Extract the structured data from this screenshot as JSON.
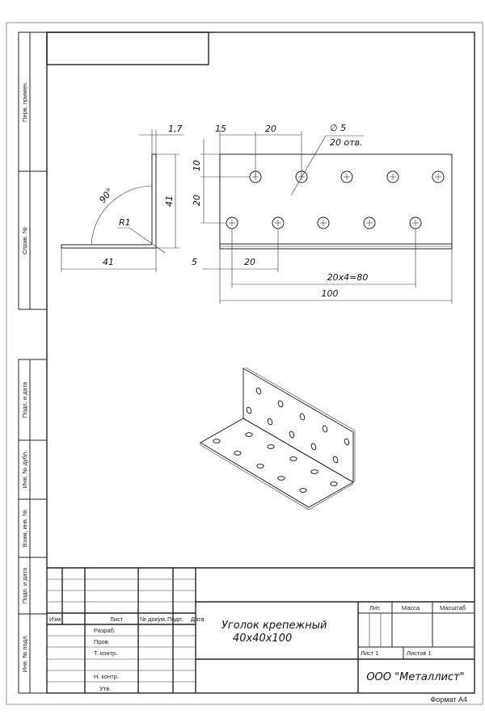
{
  "side_strip": {
    "perv_primen": "Перв. примен.",
    "sprav_no": "Справ. №",
    "podp_data_1": "Подп. и дата",
    "inv_dubl": "Инв. № дубл.",
    "vzam_inv": "Взам. инв. №",
    "podp_data_2": "Подп. и дата",
    "inv_podl": "Инв. № подл."
  },
  "dimensions": {
    "thickness": "1,7",
    "angle": "90°",
    "radius": "R1",
    "leg_height": "41",
    "leg_width": "41",
    "offset_15": "15",
    "pitch_top": "20",
    "hole_dia": "∅ 5",
    "hole_count": "20 отв.",
    "top_row": "10",
    "row_spacing": "20",
    "offset_5": "5",
    "pitch_bottom": "20",
    "pitch_total": "20x4=80",
    "length": "100"
  },
  "title_block": {
    "col_izm": "Изм",
    "col_list": "Лист",
    "col_doc": "№ докум.",
    "col_podp": "Подп.",
    "col_data": "Дата",
    "razrab": "Разраб.",
    "prov": "Пров.",
    "t_kontr": "Т. контр.",
    "n_kontr": "Н. контр.",
    "utv": "Утв.",
    "name_line1": "Уголок крепежный",
    "name_line2": "40x40x100",
    "lit": "Лит.",
    "massa": "Масса",
    "masshtab": "Масштаб",
    "sheet": "Лист 1",
    "sheets": "Листов 1",
    "organization": "ООО \"Металлист\"",
    "format": "Формат А4"
  }
}
